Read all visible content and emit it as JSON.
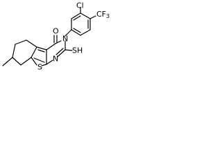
{
  "molecule": {
    "atom_labels": {
      "chlorine": "Cl",
      "trifluoromethyl": "CF",
      "trifluoromethyl_subscript": "3",
      "oxygen": "O",
      "nitrogen_n3": "N",
      "nitrogen_n1": "N",
      "thiol": "SH",
      "sulfur_thiophene": "S"
    }
  }
}
